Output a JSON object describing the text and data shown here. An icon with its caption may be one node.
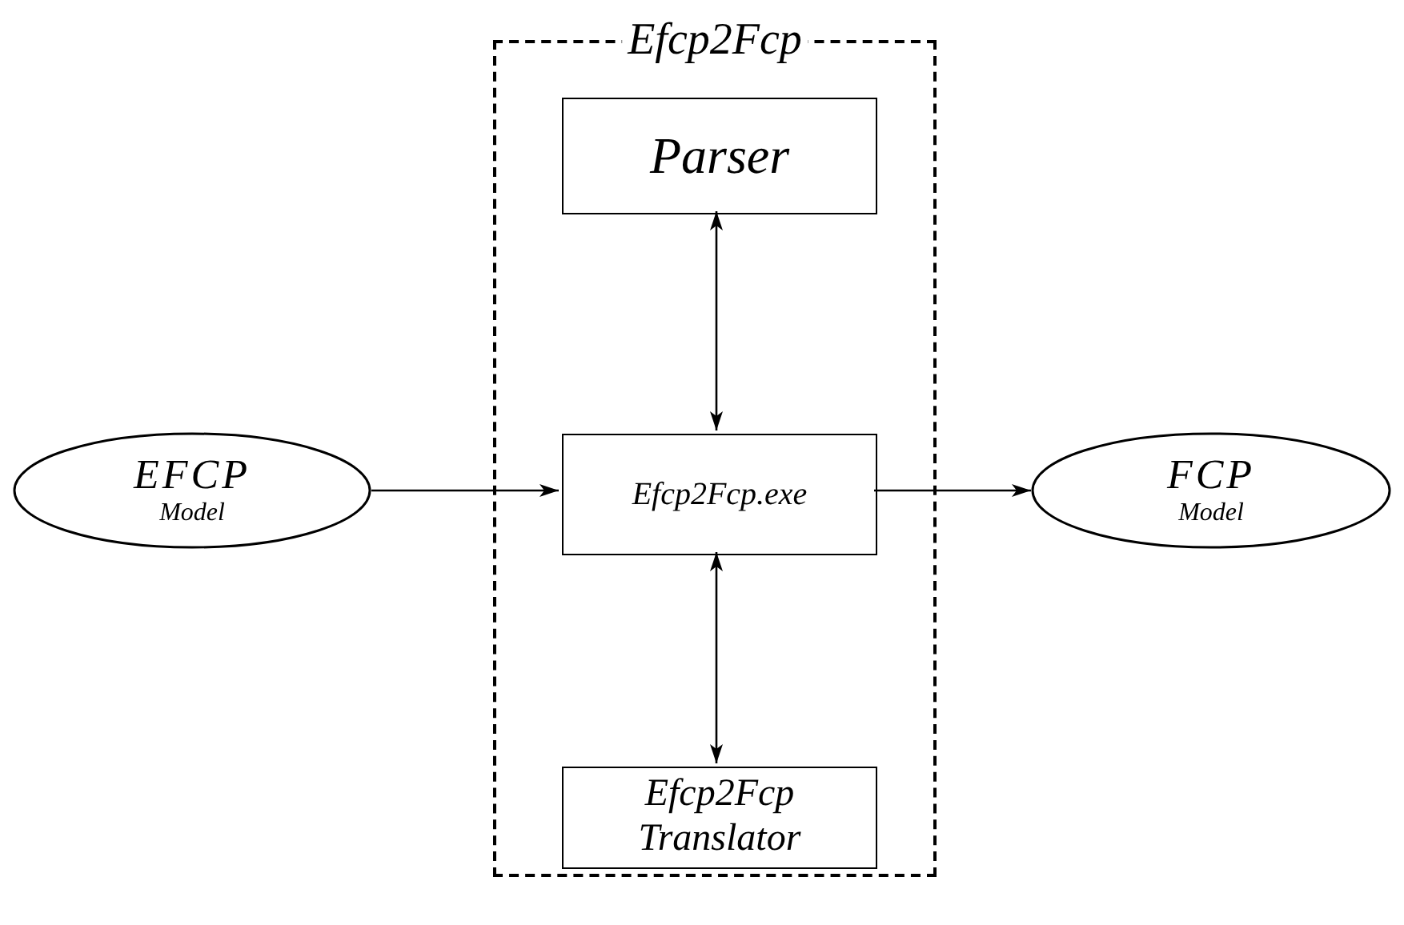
{
  "diagram": {
    "nodes": [
      {
        "text": [
          "Efcp2Fcp"
        ]
      },
      {
        "text": [
          "Parser"
        ],
        "in": 0
      },
      {
        "text": [
          "Efcp2Fcp.exe"
        ],
        "in": 0
      },
      {
        "text": [
          "Efcp2Fcp Translator"
        ],
        "in": 0
      },
      {
        "text": [
          "EFCP",
          "Model"
        ]
      },
      {
        "text": [
          "FCP",
          "Model"
        ]
      }
    ],
    "edges": [
      {
        "from": 4,
        "to": 2,
        "arrow": "to"
      },
      {
        "from": 2,
        "to": 5,
        "arrow": "to"
      },
      {
        "from": 1,
        "to": 2,
        "arrow": "both"
      },
      {
        "from": 2,
        "to": 3,
        "arrow": "both"
      }
    ]
  }
}
